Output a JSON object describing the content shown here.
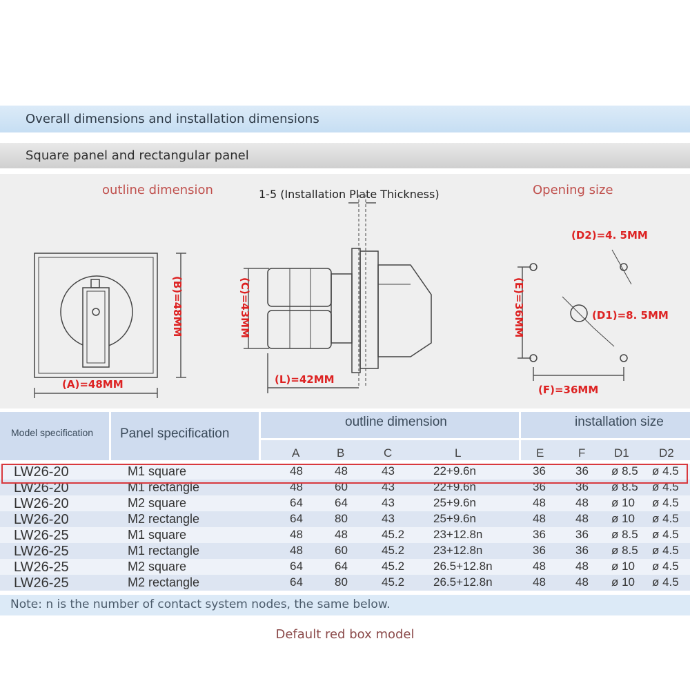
{
  "header": {
    "section_title": "Overall dimensions and installation dimensions",
    "sub_title": "Square panel and rectangular panel"
  },
  "drawing": {
    "outline_label": "outline dimension",
    "plate_label": "1-5 (Installation Plate Thickness)",
    "opening_label": "Opening size",
    "dim_a": "(A)=48MM",
    "dim_b": "(B)=48MM",
    "dim_c": "(C)=43MM",
    "dim_l": "(L)=42MM",
    "dim_d2": "(D2)=4. 5MM",
    "dim_d1": "(D1)=8. 5MM",
    "dim_e": "(E)=36MM",
    "dim_f": "(F)=36MM"
  },
  "table": {
    "col_model": "Model specification",
    "col_panel": "Panel specification",
    "group_outline": "outline dimension",
    "group_install": "installation size",
    "sub_cols": [
      "A",
      "B",
      "C",
      "L",
      "E",
      "F",
      "D1",
      "D2"
    ],
    "rows": [
      {
        "model": "LW26-20",
        "panel": "M1 square",
        "a": "48",
        "b": "48",
        "c": "43",
        "l": "22+9.6n",
        "e": "36",
        "f": "36",
        "d1": "ø 8.5",
        "d2": "ø 4.5"
      },
      {
        "model": "LW26-20",
        "panel": "M1 rectangle",
        "a": "48",
        "b": "60",
        "c": "43",
        "l": "22+9.6n",
        "e": "36",
        "f": "36",
        "d1": "ø 8.5",
        "d2": "ø 4.5"
      },
      {
        "model": "LW26-20",
        "panel": "M2 square",
        "a": "64",
        "b": "64",
        "c": "43",
        "l": "25+9.6n",
        "e": "48",
        "f": "48",
        "d1": "ø 10",
        "d2": "ø 4.5"
      },
      {
        "model": "LW26-20",
        "panel": "M2 rectangle",
        "a": "64",
        "b": "80",
        "c": "43",
        "l": "25+9.6n",
        "e": "48",
        "f": "48",
        "d1": "ø 10",
        "d2": "ø 4.5"
      },
      {
        "model": "LW26-25",
        "panel": "M1 square",
        "a": "48",
        "b": "48",
        "c": "45.2",
        "l": "23+12.8n",
        "e": "36",
        "f": "36",
        "d1": "ø 8.5",
        "d2": "ø 4.5"
      },
      {
        "model": "LW26-25",
        "panel": "M1 rectangle",
        "a": "48",
        "b": "60",
        "c": "45.2",
        "l": "23+12.8n",
        "e": "36",
        "f": "36",
        "d1": "ø 8.5",
        "d2": "ø 4.5"
      },
      {
        "model": "LW26-25",
        "panel": "M2 square",
        "a": "64",
        "b": "64",
        "c": "45.2",
        "l": "26.5+12.8n",
        "e": "48",
        "f": "48",
        "d1": "ø 10",
        "d2": "ø 4.5"
      },
      {
        "model": "LW26-25",
        "panel": "M2 rectangle",
        "a": "64",
        "b": "80",
        "c": "45.2",
        "l": "26.5+12.8n",
        "e": "48",
        "f": "48",
        "d1": "ø 10",
        "d2": "ø 4.5"
      }
    ]
  },
  "note": "Note: n is the number of contact system nodes, the same below.",
  "footer": "Default red box model",
  "colors": {
    "accent_red": "#d8383d",
    "label_red": "#c0504d",
    "header_blue": "#cfdcef"
  }
}
